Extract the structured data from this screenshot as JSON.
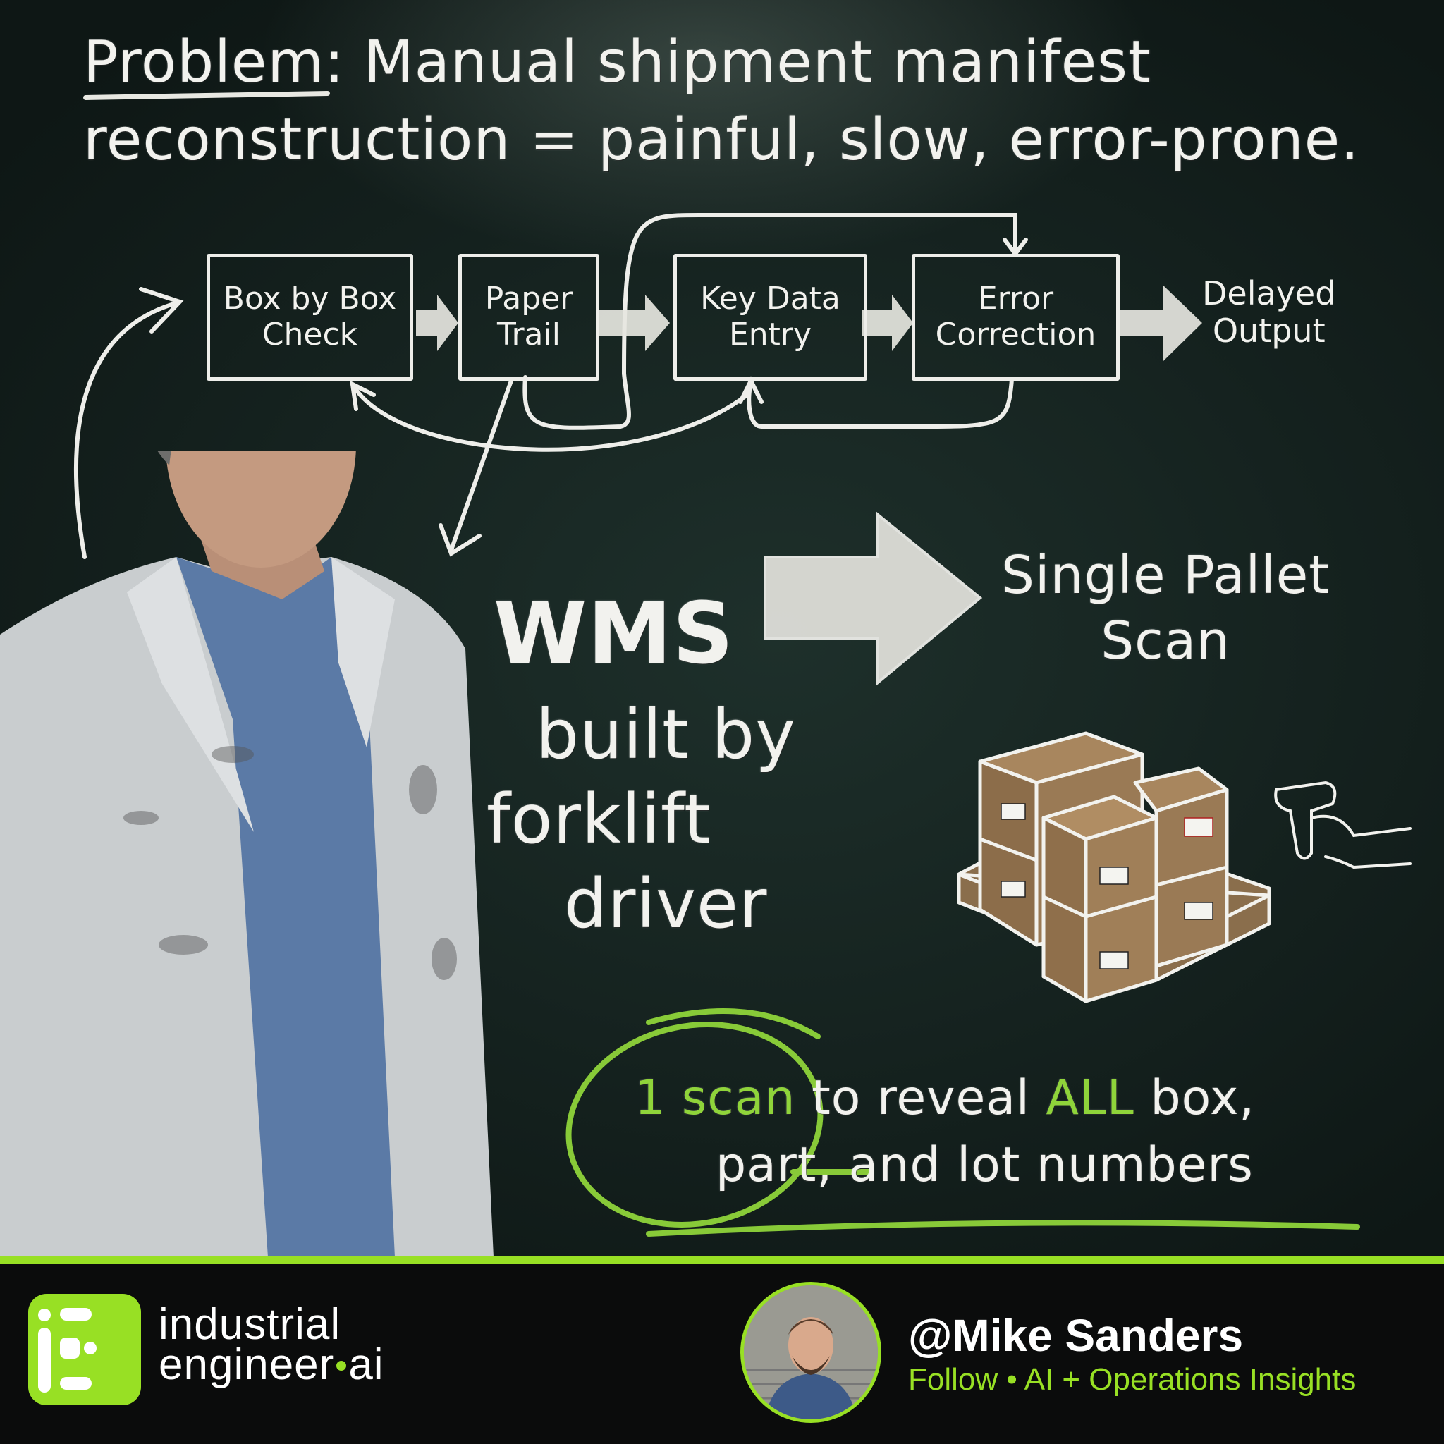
{
  "headline": {
    "line1_prefix": "Problem:",
    "line1_rest": " Manual shipment manifest",
    "line2": "reconstruction = painful, slow, error-prone."
  },
  "flowchart": {
    "steps": [
      {
        "line1": "Box by Box",
        "line2": "Check"
      },
      {
        "line1": "Paper",
        "line2": "Trail"
      },
      {
        "line1": "Key Data",
        "line2": "Entry"
      },
      {
        "line1": "Error",
        "line2": "Correction"
      }
    ],
    "output": {
      "line1": "Delayed",
      "line2": "Output"
    }
  },
  "solution": {
    "wms": "WMS",
    "sub_line1": "built by",
    "sub_line2": "forklift",
    "sub_line3": "driver",
    "result_line1": "Single Pallet",
    "result_line2": "Scan"
  },
  "tagline": {
    "highlight": "1 scan",
    "part1": " to reveal ",
    "emphasis": "ALL",
    "part2": " box,",
    "line2": "part, and lot numbers"
  },
  "footer": {
    "brand_line1": "industrial",
    "brand_line2a": "engineer",
    "brand_line2b": "ai",
    "handle": "@Mike Sanders",
    "subtitle": "Follow • AI + Operations Insights"
  },
  "colors": {
    "accent_green": "#98e024",
    "chalkboard": "#17241f",
    "chalk": "#f2f2ee",
    "footer_bg": "#0b0c0c"
  }
}
